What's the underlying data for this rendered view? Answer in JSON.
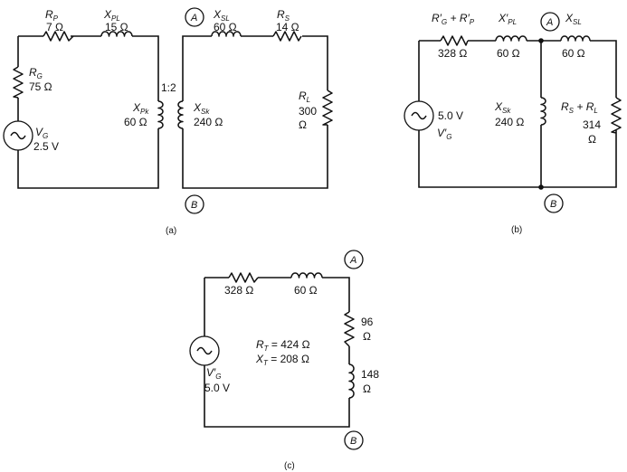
{
  "a": {
    "rp_name": "R",
    "rp_sub": "P",
    "rp_val": "7 Ω",
    "xpl_name": "X",
    "xpl_sub": "PL",
    "xpl_val": "15 Ω",
    "rg_name": "R",
    "rg_sub": "G",
    "rg_val": "75 Ω",
    "vg_name": "V",
    "vg_sub": "G",
    "vg_val": "2.5 V",
    "xpk_name": "X",
    "xpk_sub": "Pk",
    "xpk_val": "60 Ω",
    "ratio": "1:2",
    "xsk_name": "X",
    "xsk_sub": "Sk",
    "xsk_val": "240 Ω",
    "xsl_name": "X",
    "xsl_sub": "SL",
    "xsl_val": "60 Ω",
    "rs_name": "R",
    "rs_sub": "S",
    "rs_val": "14 Ω",
    "rl_name": "R",
    "rl_sub": "L",
    "rl_val1": "300",
    "rl_val2": "Ω",
    "node_a": "A",
    "node_b": "B",
    "caption": "(a)"
  },
  "b": {
    "rgp_label1": "R′",
    "rgp_sub1": "G",
    "rgp_plus": " + R′",
    "rgp_sub2": "P",
    "rgp_val": "328 Ω",
    "xpl_name": "X′",
    "xpl_sub": "PL",
    "xpl_val": "60 Ω",
    "node_a": "A",
    "xsl_name": "X",
    "xsl_sub": "SL",
    "xsl_val": "60 Ω",
    "vg_val": "5.0 V",
    "vg_name": "V′",
    "vg_sub": "G",
    "xsk_name": "X",
    "xsk_sub": "Sk",
    "xsk_val": "240 Ω",
    "rsl_name1": "R",
    "rsl_sub1": "S",
    "rsl_plus": " + R",
    "rsl_sub2": "L",
    "rsl_val1": "314",
    "rsl_val2": "Ω",
    "node_b": "B",
    "caption": "(b)"
  },
  "c": {
    "r_val": "328 Ω",
    "x_val": "60 Ω",
    "node_a": "A",
    "r2_val1": "96",
    "r2_val2": "Ω",
    "x2_val1": "148",
    "x2_val2": "Ω",
    "rt_name": "R",
    "rt_sub": "T",
    "rt_val": " = 424 Ω",
    "xt_name": "X",
    "xt_sub": "T",
    "xt_val": " = 208 Ω",
    "vg_name": "V′",
    "vg_sub": "G",
    "vg_val": "5.0 V",
    "node_b": "B",
    "caption": "(c)"
  }
}
